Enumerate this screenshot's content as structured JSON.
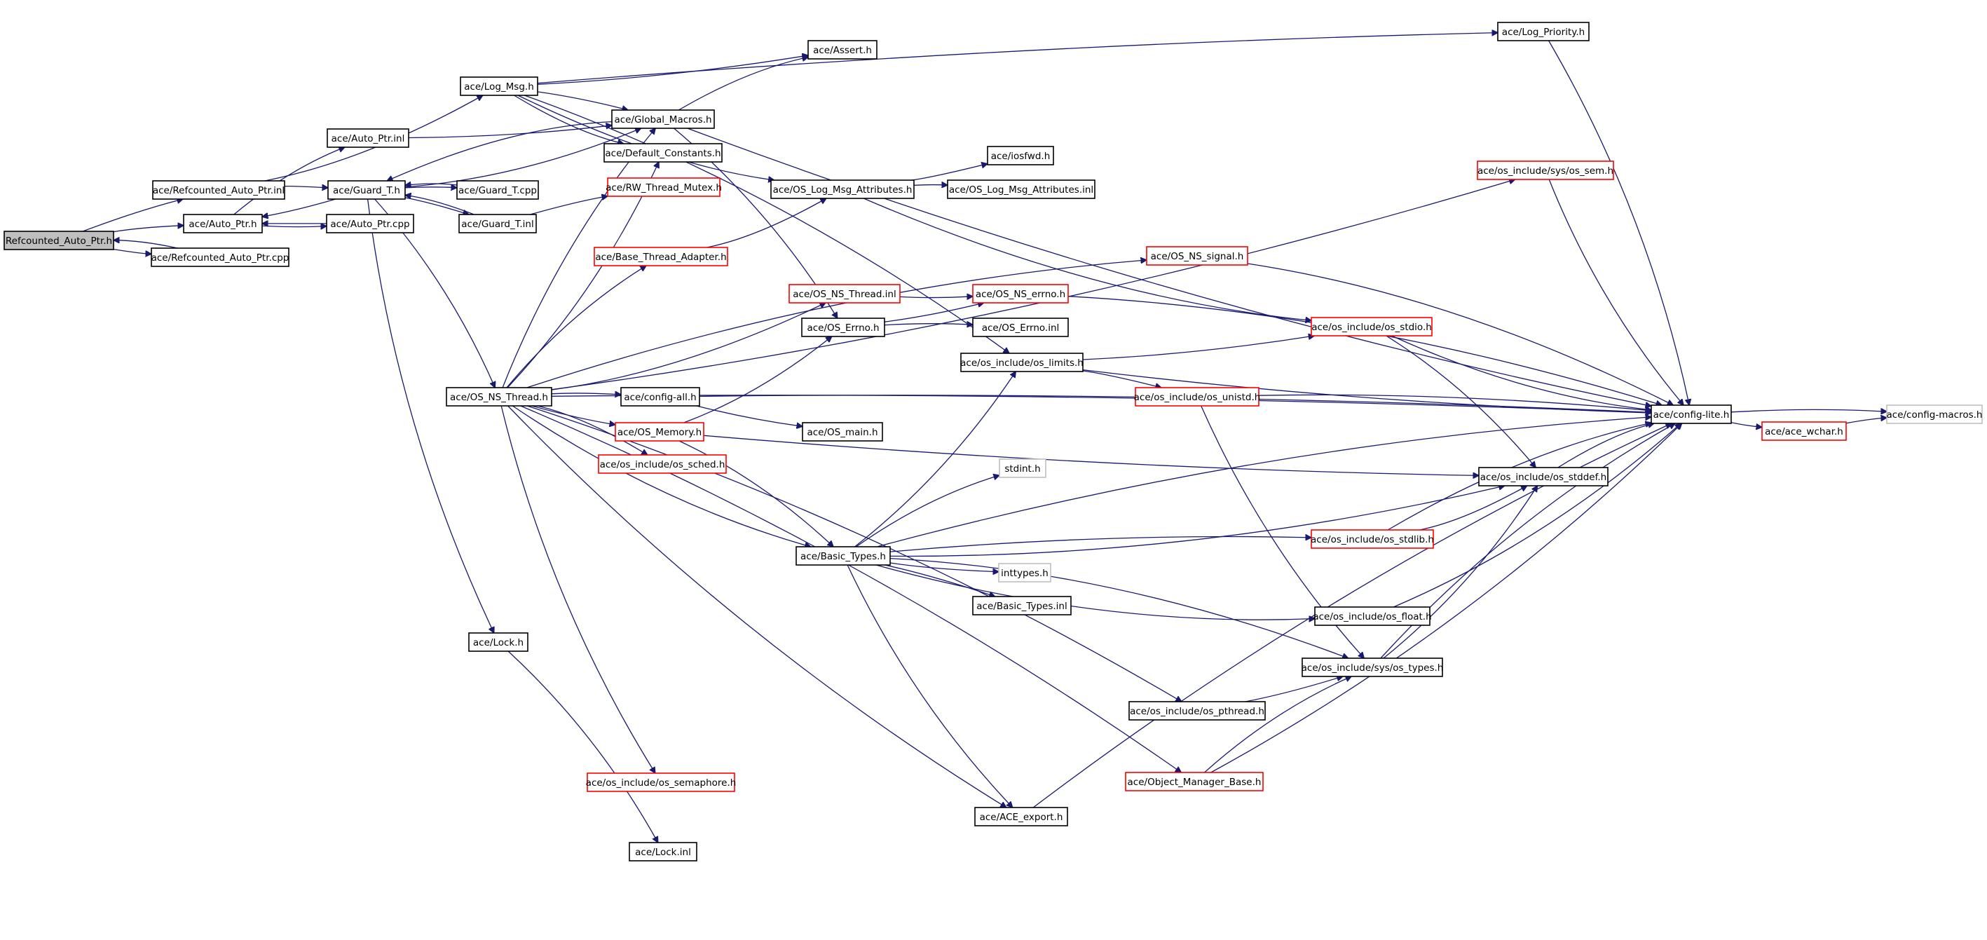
{
  "colors": {
    "edge": "#191970",
    "normal_border": "#000000",
    "incomplete_border": "#ff0000",
    "undocumented_border": "#bfbfbf",
    "root_fill": "#bfbfbf",
    "fill": "#ffffff"
  },
  "nodes": [
    {
      "id": "root",
      "label": "Refcounted_Auto_Ptr.h",
      "kind": "root"
    },
    {
      "id": "rap_inl",
      "label": "ace/Refcounted_Auto_Ptr.inl",
      "kind": "normal"
    },
    {
      "id": "rap_cpp",
      "label": "ace/Refcounted_Auto_Ptr.cpp",
      "kind": "normal"
    },
    {
      "id": "auto_ptr_h",
      "label": "ace/Auto_Ptr.h",
      "kind": "normal"
    },
    {
      "id": "auto_ptr_inl",
      "label": "ace/Auto_Ptr.inl",
      "kind": "normal"
    },
    {
      "id": "auto_ptr_cpp",
      "label": "ace/Auto_Ptr.cpp",
      "kind": "normal"
    },
    {
      "id": "guard_h",
      "label": "ace/Guard_T.h",
      "kind": "normal"
    },
    {
      "id": "guard_cpp",
      "label": "ace/Guard_T.cpp",
      "kind": "normal"
    },
    {
      "id": "guard_inl",
      "label": "ace/Guard_T.inl",
      "kind": "normal"
    },
    {
      "id": "log_msg",
      "label": "ace/Log_Msg.h",
      "kind": "normal"
    },
    {
      "id": "assert",
      "label": "ace/Assert.h",
      "kind": "normal"
    },
    {
      "id": "global_macros",
      "label": "ace/Global_Macros.h",
      "kind": "normal"
    },
    {
      "id": "default_constants",
      "label": "ace/Default_Constants.h",
      "kind": "normal"
    },
    {
      "id": "rw_mutex",
      "label": "ace/RW_Thread_Mutex.h",
      "kind": "incomplete"
    },
    {
      "id": "base_thread_adapter",
      "label": "ace/Base_Thread_Adapter.h",
      "kind": "incomplete"
    },
    {
      "id": "os_log_msg_attr",
      "label": "ace/OS_Log_Msg_Attributes.h",
      "kind": "normal"
    },
    {
      "id": "iosfwd",
      "label": "ace/iosfwd.h",
      "kind": "normal"
    },
    {
      "id": "os_log_msg_attr_inl",
      "label": "ace/OS_Log_Msg_Attributes.inl",
      "kind": "normal"
    },
    {
      "id": "log_priority",
      "label": "ace/Log_Priority.h",
      "kind": "normal"
    },
    {
      "id": "os_sem",
      "label": "ace/os_include/sys/os_sem.h",
      "kind": "incomplete"
    },
    {
      "id": "os_ns_signal",
      "label": "ace/OS_NS_signal.h",
      "kind": "incomplete"
    },
    {
      "id": "os_ns_thread_inl",
      "label": "ace/OS_NS_Thread.inl",
      "kind": "incomplete"
    },
    {
      "id": "os_ns_errno",
      "label": "ace/OS_NS_errno.h",
      "kind": "incomplete"
    },
    {
      "id": "os_errno_h",
      "label": "ace/OS_Errno.h",
      "kind": "normal"
    },
    {
      "id": "os_errno_inl",
      "label": "ace/OS_Errno.inl",
      "kind": "normal"
    },
    {
      "id": "os_stdio",
      "label": "ace/os_include/os_stdio.h",
      "kind": "incomplete"
    },
    {
      "id": "os_limits",
      "label": "ace/os_include/os_limits.h",
      "kind": "normal"
    },
    {
      "id": "os_ns_thread_h",
      "label": "ace/OS_NS_Thread.h",
      "kind": "normal"
    },
    {
      "id": "config_all",
      "label": "ace/config-all.h",
      "kind": "normal"
    },
    {
      "id": "os_unistd",
      "label": "ace/os_include/os_unistd.h",
      "kind": "incomplete"
    },
    {
      "id": "config_lite",
      "label": "ace/config-lite.h",
      "kind": "normal"
    },
    {
      "id": "config_macros",
      "label": "ace/config-macros.h",
      "kind": "undocumented"
    },
    {
      "id": "ace_wchar",
      "label": "ace/ace_wchar.h",
      "kind": "incomplete"
    },
    {
      "id": "os_memory",
      "label": "ace/OS_Memory.h",
      "kind": "incomplete"
    },
    {
      "id": "os_main",
      "label": "ace/OS_main.h",
      "kind": "normal"
    },
    {
      "id": "os_sched",
      "label": "ace/os_include/os_sched.h",
      "kind": "incomplete"
    },
    {
      "id": "stdint",
      "label": "stdint.h",
      "kind": "undocumented"
    },
    {
      "id": "os_stddef",
      "label": "ace/os_include/os_stddef.h",
      "kind": "normal"
    },
    {
      "id": "basic_types_h",
      "label": "ace/Basic_Types.h",
      "kind": "normal"
    },
    {
      "id": "os_stdlib",
      "label": "ace/os_include/os_stdlib.h",
      "kind": "incomplete"
    },
    {
      "id": "inttypes",
      "label": "inttypes.h",
      "kind": "undocumented"
    },
    {
      "id": "basic_types_inl",
      "label": "ace/Basic_Types.inl",
      "kind": "normal"
    },
    {
      "id": "os_float",
      "label": "ace/os_include/os_float.h",
      "kind": "normal"
    },
    {
      "id": "lock_h",
      "label": "ace/Lock.h",
      "kind": "normal"
    },
    {
      "id": "os_types",
      "label": "ace/os_include/sys/os_types.h",
      "kind": "normal"
    },
    {
      "id": "os_pthread",
      "label": "ace/os_include/os_pthread.h",
      "kind": "normal"
    },
    {
      "id": "os_semaphore",
      "label": "ace/os_include/os_semaphore.h",
      "kind": "incomplete"
    },
    {
      "id": "object_manager_base",
      "label": "ace/Object_Manager_Base.h",
      "kind": "incomplete"
    },
    {
      "id": "ace_export",
      "label": "ace/ACE_export.h",
      "kind": "normal"
    },
    {
      "id": "lock_inl",
      "label": "ace/Lock.inl",
      "kind": "normal"
    }
  ],
  "edges": [
    [
      "root",
      "rap_inl"
    ],
    [
      "root",
      "rap_cpp"
    ],
    [
      "root",
      "auto_ptr_h"
    ],
    [
      "rap_cpp",
      "root"
    ],
    [
      "rap_inl",
      "guard_h"
    ],
    [
      "rap_inl",
      "log_msg"
    ],
    [
      "auto_ptr_h",
      "auto_ptr_inl"
    ],
    [
      "auto_ptr_h",
      "auto_ptr_cpp"
    ],
    [
      "auto_ptr_cpp",
      "auto_ptr_h"
    ],
    [
      "auto_ptr_inl",
      "global_macros"
    ],
    [
      "guard_h",
      "guard_cpp"
    ],
    [
      "guard_cpp",
      "guard_h"
    ],
    [
      "guard_h",
      "guard_inl"
    ],
    [
      "guard_inl",
      "guard_h"
    ],
    [
      "guard_h",
      "auto_ptr_h"
    ],
    [
      "guard_h",
      "global_macros"
    ],
    [
      "guard_h",
      "os_ns_thread_h"
    ],
    [
      "guard_h",
      "lock_h"
    ],
    [
      "guard_inl",
      "rw_mutex"
    ],
    [
      "log_msg",
      "assert"
    ],
    [
      "log_msg",
      "global_macros"
    ],
    [
      "log_msg",
      "default_constants"
    ],
    [
      "log_msg",
      "log_priority"
    ],
    [
      "log_msg",
      "os_log_msg_attr"
    ],
    [
      "log_msg",
      "os_limits"
    ],
    [
      "global_macros",
      "guard_h"
    ],
    [
      "global_macros",
      "assert"
    ],
    [
      "global_macros",
      "config_lite"
    ],
    [
      "global_macros",
      "os_errno_h"
    ],
    [
      "os_log_msg_attr",
      "iosfwd"
    ],
    [
      "os_log_msg_attr",
      "os_log_msg_attr_inl"
    ],
    [
      "os_log_msg_attr",
      "os_stdio"
    ],
    [
      "log_priority",
      "config_lite"
    ],
    [
      "os_sem",
      "config_lite"
    ],
    [
      "os_ns_signal",
      "config_lite"
    ],
    [
      "os_ns_thread_inl",
      "os_ns_errno"
    ],
    [
      "os_ns_errno",
      "config_lite"
    ],
    [
      "os_errno_h",
      "os_ns_errno"
    ],
    [
      "os_errno_h",
      "os_errno_inl"
    ],
    [
      "os_stdio",
      "config_lite"
    ],
    [
      "os_stdio",
      "os_stddef"
    ],
    [
      "os_limits",
      "os_stdio"
    ],
    [
      "os_limits",
      "os_unistd"
    ],
    [
      "os_limits",
      "config_lite"
    ],
    [
      "os_ns_thread_h",
      "global_macros"
    ],
    [
      "os_ns_thread_h",
      "default_constants"
    ],
    [
      "os_ns_thread_h",
      "base_thread_adapter"
    ],
    [
      "os_ns_thread_h",
      "os_sem"
    ],
    [
      "os_ns_thread_h",
      "os_ns_signal"
    ],
    [
      "os_ns_thread_h",
      "os_ns_thread_inl"
    ],
    [
      "os_ns_thread_h",
      "config_all"
    ],
    [
      "os_ns_thread_h",
      "os_memory"
    ],
    [
      "os_ns_thread_h",
      "os_sched"
    ],
    [
      "os_ns_thread_h",
      "basic_types_h"
    ],
    [
      "os_ns_thread_h",
      "os_pthread"
    ],
    [
      "os_ns_thread_h",
      "os_semaphore"
    ],
    [
      "os_ns_thread_h",
      "object_manager_base"
    ],
    [
      "os_ns_thread_h",
      "ace_export"
    ],
    [
      "os_ns_thread_h",
      "config_lite"
    ],
    [
      "base_thread_adapter",
      "os_log_msg_attr"
    ],
    [
      "config_all",
      "config_lite"
    ],
    [
      "config_all",
      "os_main"
    ],
    [
      "os_unistd",
      "config_lite"
    ],
    [
      "os_unistd",
      "os_types"
    ],
    [
      "config_lite",
      "config_macros"
    ],
    [
      "config_lite",
      "ace_wchar"
    ],
    [
      "ace_wchar",
      "config_macros"
    ],
    [
      "os_memory",
      "os_errno_h"
    ],
    [
      "os_memory",
      "basic_types_h"
    ],
    [
      "os_memory",
      "os_stddef"
    ],
    [
      "os_stddef",
      "config_lite"
    ],
    [
      "basic_types_h",
      "os_limits"
    ],
    [
      "basic_types_h",
      "stdint"
    ],
    [
      "basic_types_h",
      "os_stddef"
    ],
    [
      "basic_types_h",
      "os_stdlib"
    ],
    [
      "basic_types_h",
      "inttypes"
    ],
    [
      "basic_types_h",
      "basic_types_inl"
    ],
    [
      "basic_types_h",
      "os_float"
    ],
    [
      "basic_types_h",
      "os_types"
    ],
    [
      "basic_types_h",
      "ace_export"
    ],
    [
      "basic_types_h",
      "config_lite"
    ],
    [
      "os_stdlib",
      "os_stddef"
    ],
    [
      "os_stdlib",
      "config_lite"
    ],
    [
      "os_float",
      "config_lite"
    ],
    [
      "lock_h",
      "lock_inl"
    ],
    [
      "os_types",
      "os_stddef"
    ],
    [
      "os_types",
      "config_lite"
    ],
    [
      "os_pthread",
      "os_types"
    ],
    [
      "object_manager_base",
      "os_types"
    ],
    [
      "object_manager_base",
      "config_lite"
    ],
    [
      "ace_export",
      "config_lite"
    ]
  ]
}
